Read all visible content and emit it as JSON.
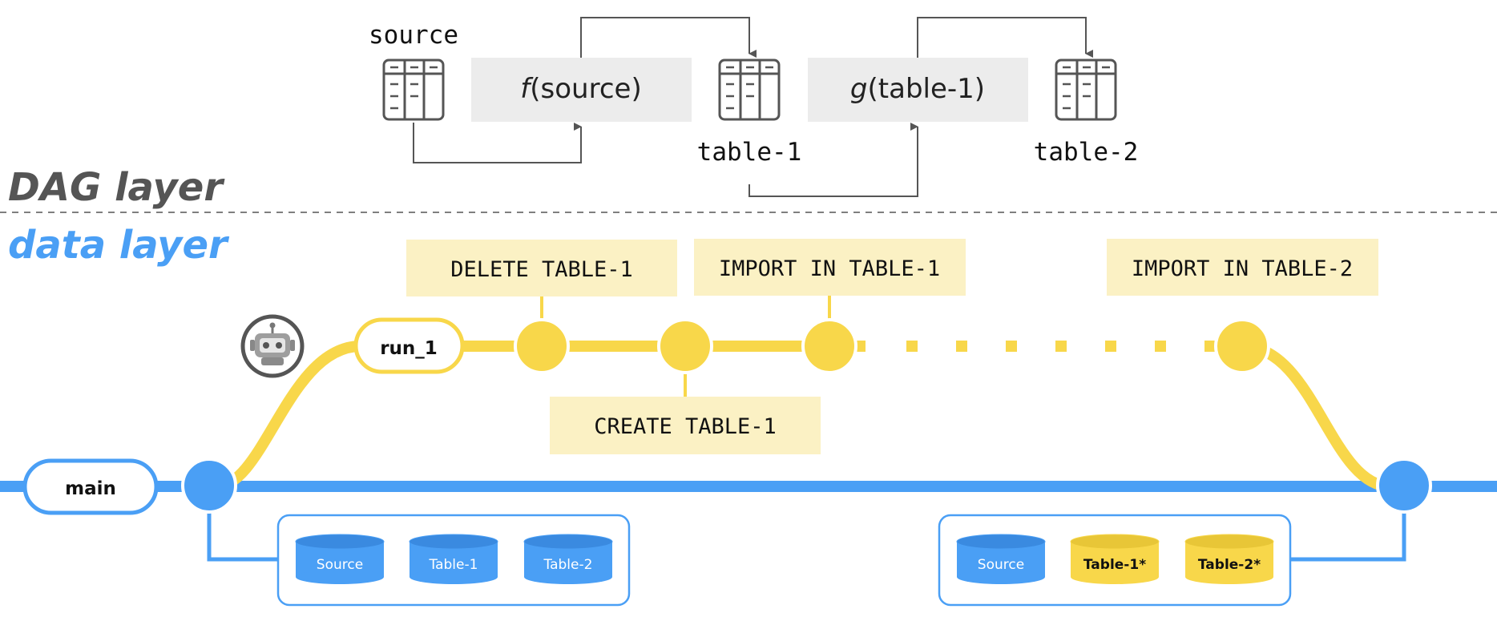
{
  "dag": {
    "source_label": "source",
    "f_label_fn": "f",
    "f_label_arg": "(source)",
    "g_label_fn": "g",
    "g_label_arg": "(table-1)",
    "table1_label": "table-1",
    "table2_label": "table-2"
  },
  "layers": {
    "dag_title": "DAG layer",
    "data_title": "data layer"
  },
  "operations": {
    "delete": "DELETE TABLE-1",
    "create": "CREATE TABLE-1",
    "import1": "IMPORT IN TABLE-1",
    "import2": "IMPORT IN TABLE-2"
  },
  "branches": {
    "main": "main",
    "run": "run_1"
  },
  "snapshots": {
    "before": [
      "Source",
      "Table-1",
      "Table-2"
    ],
    "after": [
      "Source",
      "Table-1*",
      "Table-2*"
    ]
  },
  "colors": {
    "blue": "#4a9ff5",
    "yellow": "#f8d74a",
    "op_box": "#fbf1c4",
    "fn_box": "#ececec",
    "gray": "#555555"
  }
}
